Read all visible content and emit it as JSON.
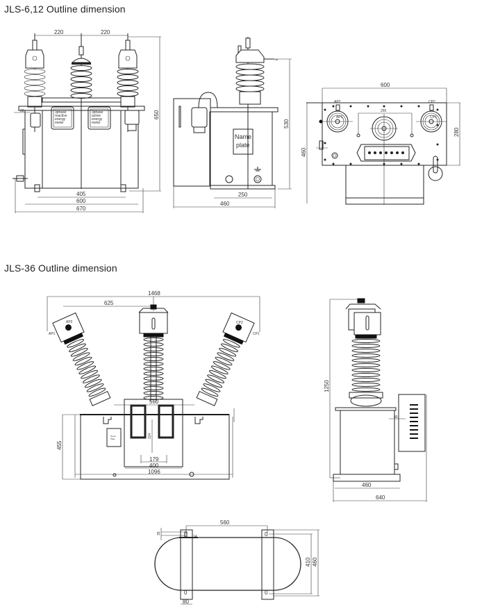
{
  "sections": [
    {
      "title": "JLS-6,12 Outline dimension",
      "front_view": {
        "dims": {
          "phase_spacing_1": "220",
          "phase_spacing_2": "220",
          "height": "650",
          "foot_spacing": "405",
          "body_width": "600",
          "overall_width": "670",
          "small_offset": "28"
        },
        "meter_labels": [
          [
            "3phase",
            "reactive",
            "energy",
            "meter"
          ],
          [
            "3phase",
            "active",
            "energy",
            "meter"
          ]
        ]
      },
      "side_view": {
        "dims": {
          "height": "530",
          "foot_spacing": "250",
          "overall_depth": "460"
        },
        "nameplate": [
          "Name",
          "plate"
        ]
      },
      "top_view": {
        "dims": {
          "width": "600",
          "inner_spacing": "250",
          "depth": "280",
          "overall_depth": "460"
        },
        "terminals": {
          "left_top": "AP2",
          "left_center": "AP1",
          "right_top": "CP2",
          "right_center": "CP1"
        }
      }
    },
    {
      "title": "JLS-36 Outline dimension",
      "front_view": {
        "dims": {
          "overall_width": "1468",
          "half_span": "625",
          "center_box": "560",
          "height": "455",
          "inner_height": "224",
          "small_spacing": "179",
          "bracket_spacing": "400",
          "base_width": "1096"
        },
        "terminals": {
          "left_side": "AP1",
          "left_top": "AP2",
          "right_top": "CP2",
          "right_side": "CP1"
        },
        "nameplate": [
          "Name",
          "Plate"
        ]
      },
      "side_view": {
        "dims": {
          "height": "1250",
          "small_offset": "40",
          "base_width": "460",
          "overall_depth": "640"
        }
      },
      "base_plan": {
        "dims": {
          "hole_spacing": "560",
          "slot_width": "14",
          "hole_offset": "35",
          "hole_span": "410",
          "overall": "460",
          "foot_width": "80"
        },
        "hole_marks": [
          "0",
          "0",
          "0",
          "0"
        ]
      }
    }
  ]
}
